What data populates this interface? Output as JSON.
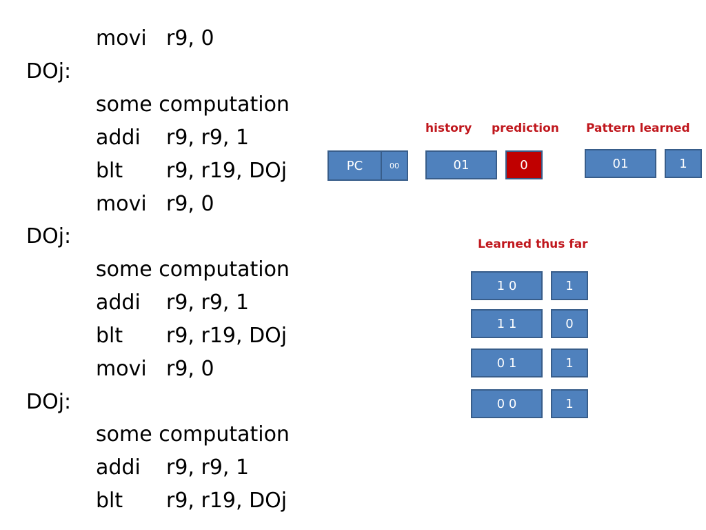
{
  "code": {
    "blocks": [
      {
        "init": {
          "op": "movi",
          "args": "r9, 0"
        },
        "label": "DOj:",
        "body": [
          {
            "op": "some computation",
            "args": ""
          },
          {
            "op": "addi",
            "args": "r9, r9, 1"
          },
          {
            "op": "blt",
            "args": "r9, r19, DOj"
          }
        ]
      },
      {
        "init": {
          "op": "movi",
          "args": "r9, 0"
        },
        "label": "DOj:",
        "body": [
          {
            "op": "some computation",
            "args": ""
          },
          {
            "op": "addi",
            "args": "r9, r9, 1"
          },
          {
            "op": "blt",
            "args": "r9, r19, DOj"
          }
        ]
      },
      {
        "init": {
          "op": "movi",
          "args": "r9, 0"
        },
        "label": "DOj:",
        "body": [
          {
            "op": "some computation",
            "args": ""
          },
          {
            "op": "addi",
            "args": "r9, r9, 1"
          },
          {
            "op": "blt",
            "args": "r9, r19, DOj"
          }
        ]
      }
    ]
  },
  "diagram": {
    "headers": {
      "history": "history",
      "prediction": "prediction",
      "pattern_learned": "Pattern learned",
      "learned_thus_far": "Learned thus far"
    },
    "pc": {
      "label": "PC",
      "bits": "00"
    },
    "history_value": "01",
    "prediction_value": "0",
    "pattern": {
      "history": "01",
      "outcome": "1"
    },
    "learned": [
      {
        "history": "1 0",
        "outcome": "1"
      },
      {
        "history": "1 1",
        "outcome": "0"
      },
      {
        "history": "0 1",
        "outcome": "1"
      },
      {
        "history": "0 0",
        "outcome": "1"
      }
    ],
    "colors": {
      "box_fill": "#4f81bd",
      "box_border": "#385d8a",
      "prediction_fill": "#c00000",
      "header_text": "#c0171d"
    }
  }
}
